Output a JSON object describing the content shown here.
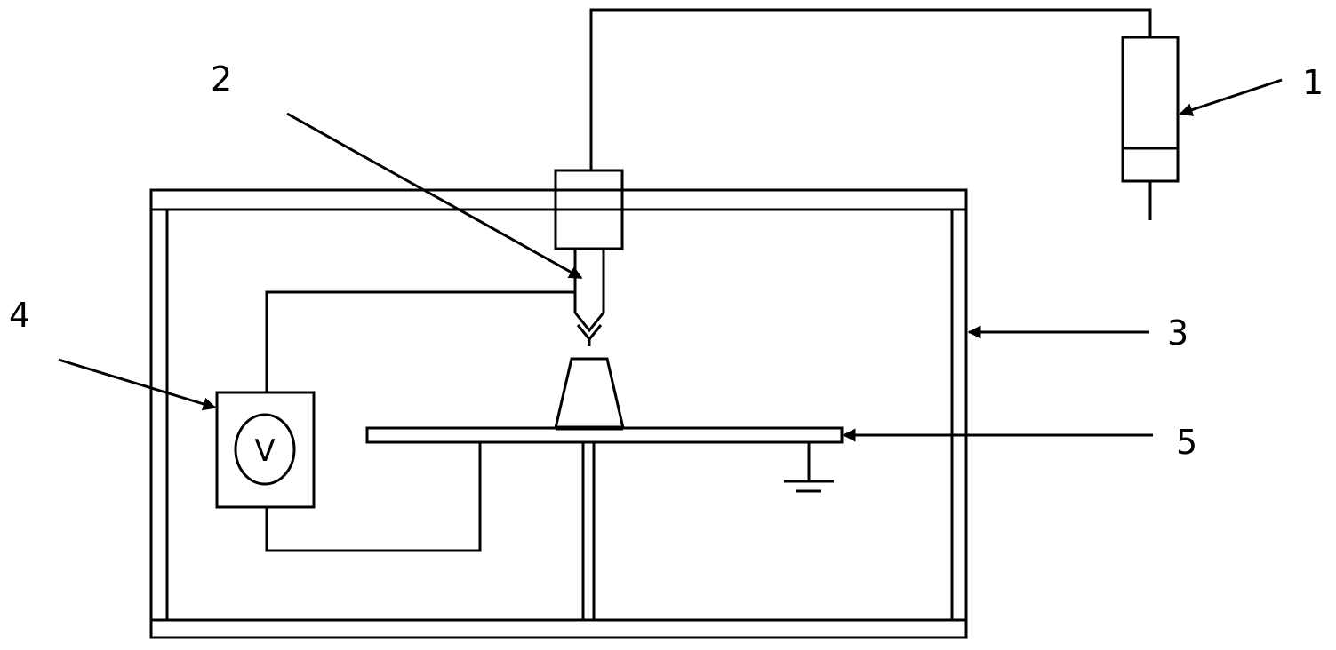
{
  "labels": {
    "label_1": "1",
    "label_2": "2",
    "label_3": "3",
    "label_4": "4",
    "label_5": "5"
  },
  "voltmeter": {
    "symbol": "V"
  },
  "colors": {
    "stroke": "#000000",
    "background": "#ffffff"
  }
}
